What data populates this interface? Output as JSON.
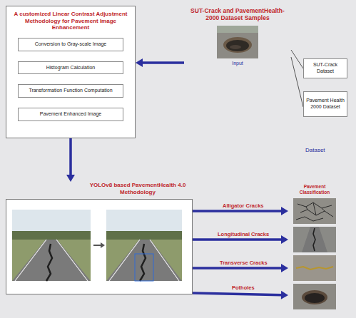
{
  "diagram": {
    "nodes": [
      {
        "text": [
          "A customized Linear Contrast Adjustment Methodology for Pavement Image Enhancement"
        ]
      },
      {
        "text": [
          "Conversion to Gray-scale Image"
        ],
        "in": 0
      },
      {
        "text": [
          "Histogram Calculation"
        ],
        "in": 0
      },
      {
        "text": [
          "Transformation Function Computation"
        ],
        "in": 0
      },
      {
        "text": [
          "Pavement Enhanced Image"
        ],
        "in": 0
      },
      {
        "text": [
          "SUT-Crack and PavementHealth-2000 Dataset Samples",
          "Input"
        ]
      },
      {
        "text": [
          "SUT-Crack Dataset"
        ]
      },
      {
        "text": [
          "Pavement Health 2000 Dataset"
        ]
      },
      {
        "text": [
          "YOLOv8 based PavementHealth 4.0 Methodology"
        ]
      },
      {
        "text": [
          "Pavement Classification"
        ]
      }
    ],
    "edges": [
      {
        "from": 5,
        "to": 0,
        "arrow": "to"
      },
      {
        "from": 5,
        "to": 6,
        "arrow": "none"
      },
      {
        "from": 5,
        "to": 7,
        "arrow": "none"
      },
      {
        "from": 0,
        "to": 8,
        "arrow": "to"
      },
      {
        "from": 8,
        "to": 9,
        "label": "Alligator Cracks",
        "arrow": "to"
      },
      {
        "from": 8,
        "to": 9,
        "label": "Longitudinal Cracks",
        "arrow": "to"
      },
      {
        "from": 8,
        "to": 9,
        "label": "Transverse Cracks",
        "arrow": "to"
      },
      {
        "from": 8,
        "to": 9,
        "label": "Potholes",
        "arrow": "to"
      }
    ],
    "labels": [
      "Dataset"
    ]
  }
}
